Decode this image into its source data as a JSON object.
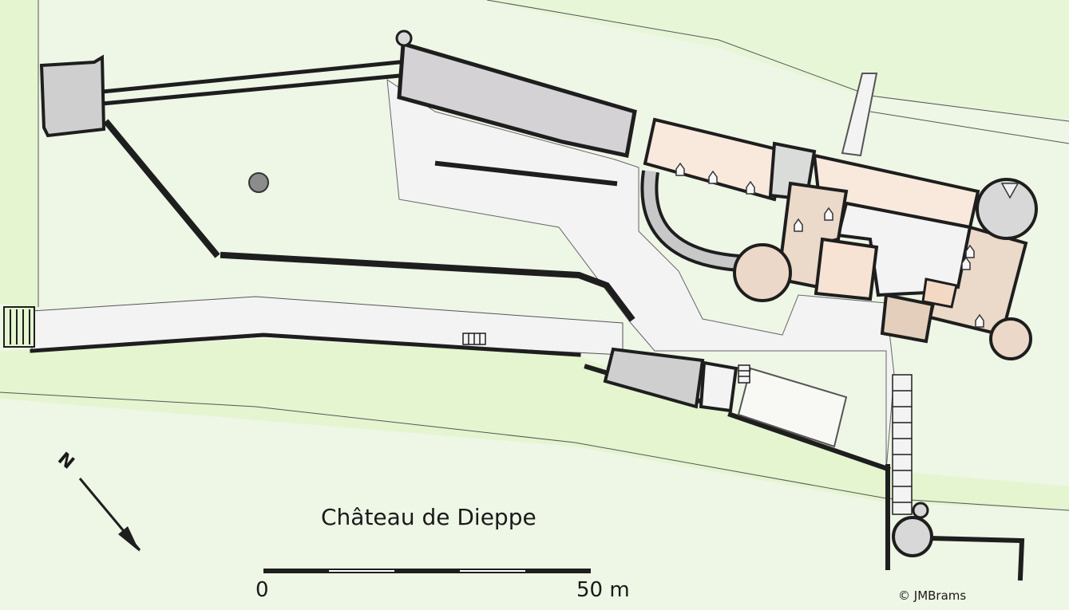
{
  "map": {
    "title": "Château de Dieppe",
    "credit": "© JMBrams",
    "compass_label": "N",
    "scale": {
      "start_label": "0",
      "end_label": "50 m",
      "segments": 5
    },
    "colors": {
      "grass": "#eef6e6",
      "grass_bright": "#e4f5d0",
      "courtyard": "#f2f2f2",
      "wall": "#1e1e1e",
      "wall_fill": "#cfc6c8",
      "building_gray": "#d4d2d4",
      "building_roof": "#f9e9dc",
      "building_roof_dark": "#e9d6c4",
      "tower": "#d8d8d8"
    }
  }
}
